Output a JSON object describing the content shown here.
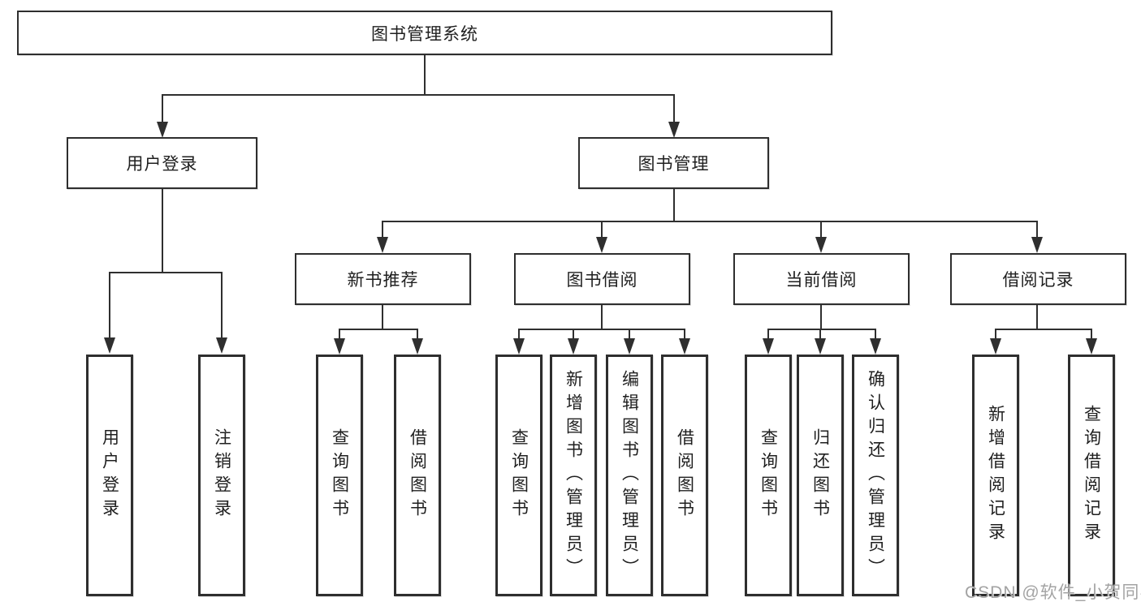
{
  "diagram": {
    "tree": {
      "root": {
        "label": "图书管理系统",
        "children": [
          {
            "label": "用户登录",
            "children": [
              {
                "label": "用户登录"
              },
              {
                "label": "注销登录"
              }
            ]
          },
          {
            "label": "图书管理",
            "children": [
              {
                "label": "新书推荐",
                "children": [
                  {
                    "label": "查询图书"
                  },
                  {
                    "label": "借阅图书"
                  }
                ]
              },
              {
                "label": "图书借阅",
                "children": [
                  {
                    "label": "查询图书"
                  },
                  {
                    "label": "新增图书（管理员）"
                  },
                  {
                    "label": "编辑图书（管理员）"
                  },
                  {
                    "label": "借阅图书"
                  }
                ]
              },
              {
                "label": "当前借阅",
                "children": [
                  {
                    "label": "查询图书"
                  },
                  {
                    "label": "归还图书"
                  },
                  {
                    "label": "确认归还（管理员）"
                  }
                ]
              },
              {
                "label": "借阅记录",
                "children": [
                  {
                    "label": "新增借阅记录"
                  },
                  {
                    "label": "查询借阅记录"
                  }
                ]
              }
            ]
          }
        ]
      }
    }
  },
  "watermark": {
    "text": "CSDN @软件_小贺同学"
  },
  "colors": {
    "line": "#2f2f2f",
    "border": "#2e2e2e",
    "text": "#1f1f1f",
    "background": "#ffffff",
    "watermark": "#a3a3a3"
  }
}
